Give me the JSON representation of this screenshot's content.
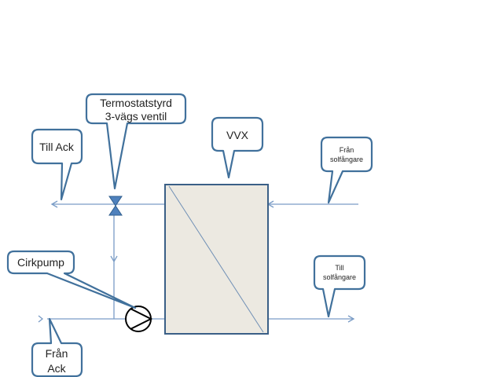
{
  "labels": {
    "till_ack": "Till Ack",
    "valve_line1": "Termostatstyrd",
    "valve_line2": "3-vägs ventil",
    "vvx": "VVX",
    "fran_sol_line1": "Från",
    "fran_sol_line2": "solfångare",
    "cirkpump": "Cirkpump",
    "till_sol_line1": "Till",
    "till_sol_line2": "solfångare",
    "fran_ack_line1": "Från",
    "fran_ack_line2": "Ack"
  },
  "colors": {
    "callout_border": "#41719c",
    "pipe": "#7a9cc6",
    "exchanger_fill": "#ece9e1",
    "valve": "#4f81bd"
  }
}
